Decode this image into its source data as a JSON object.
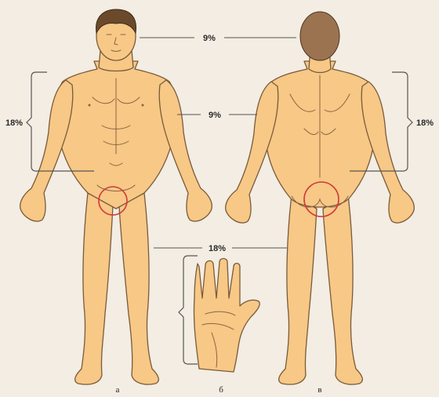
{
  "labels": {
    "head": "9%",
    "torso": "9%",
    "leg": "18%",
    "front_trunk": "18%",
    "back_trunk": "18%"
  },
  "captions": {
    "front": "а",
    "palm": "б",
    "back": "в"
  },
  "colors": {
    "background": "#f3ede3",
    "skin": "#f7c886",
    "outline": "#7a5a3a",
    "marker_ring": "#d03a3a",
    "guide_line": "#555555"
  }
}
